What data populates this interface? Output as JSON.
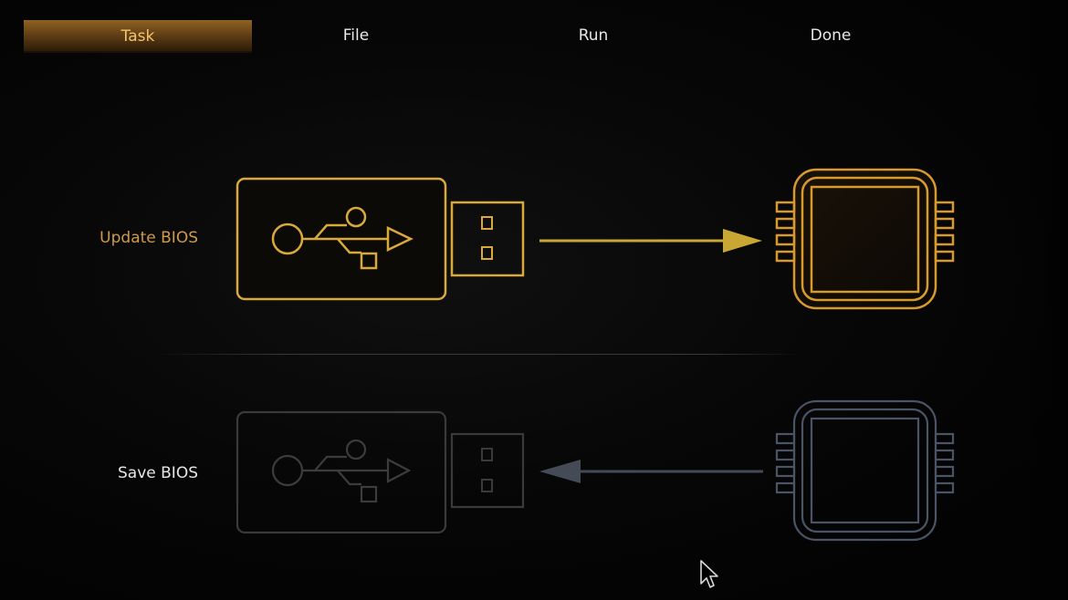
{
  "tabs": [
    {
      "label": "Task",
      "active": true
    },
    {
      "label": "File",
      "active": false
    },
    {
      "label": "Run",
      "active": false
    },
    {
      "label": "Done",
      "active": false
    }
  ],
  "options": {
    "update": {
      "label": "Update BIOS",
      "color": "#d09a4d"
    },
    "save": {
      "label": "Save BIOS",
      "color": "#e6e6e6"
    }
  },
  "colors": {
    "accent_gold": "#d9a93a",
    "chip_orange": "#d79a2e",
    "inactive_gray": "#3c3c3c",
    "inactive_blue": "#4a5466"
  },
  "icons": [
    "usb-drive-icon",
    "usb-symbol-icon",
    "bios-chip-icon",
    "arrow-right-icon",
    "arrow-left-icon",
    "mouse-cursor-icon"
  ]
}
